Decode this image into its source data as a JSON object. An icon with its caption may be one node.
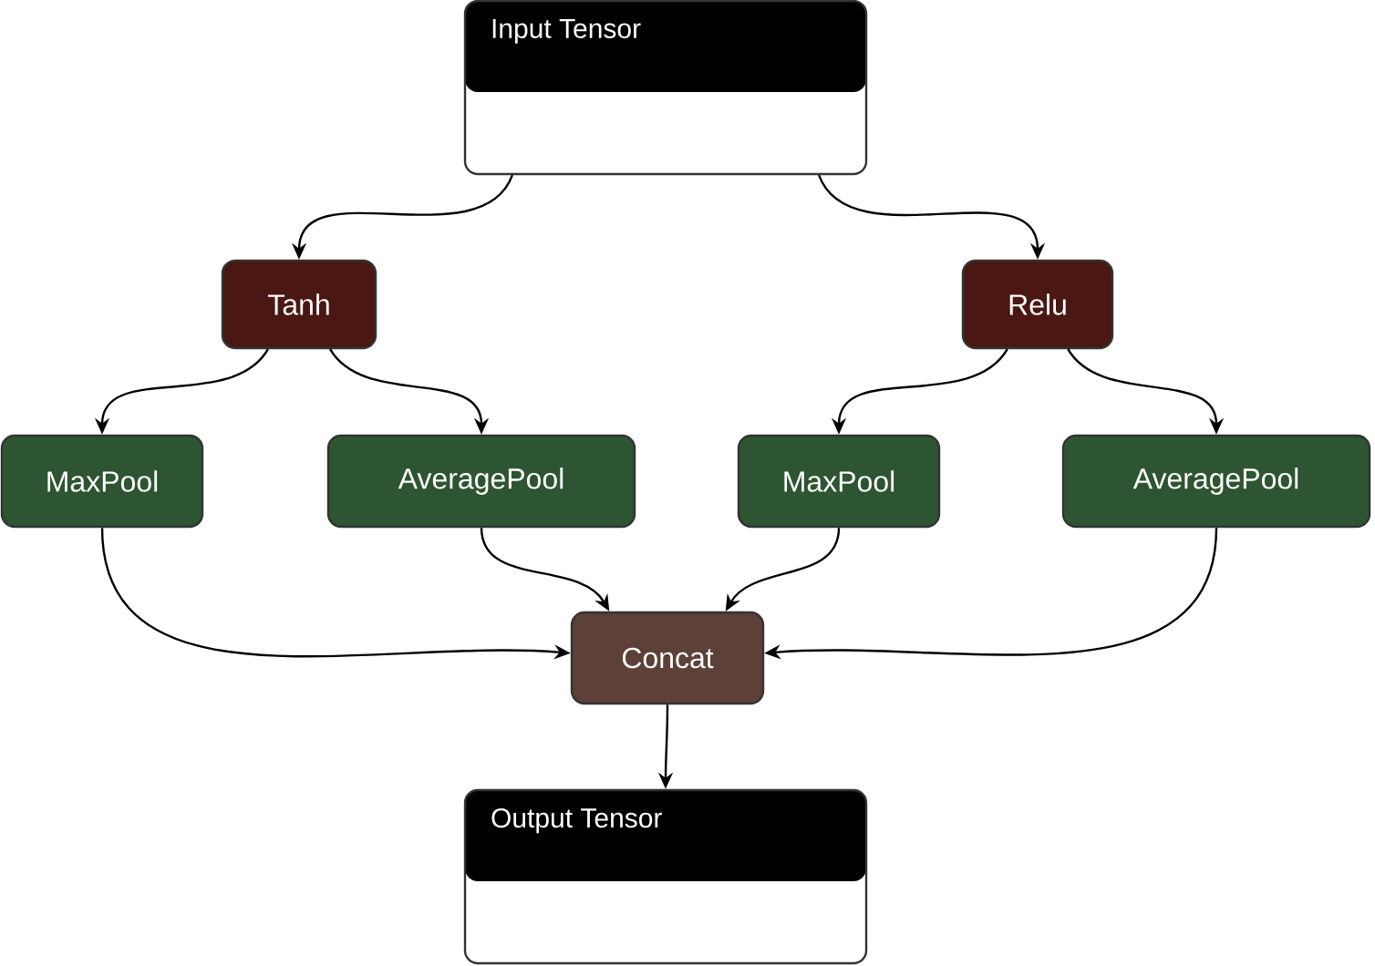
{
  "diagram": {
    "nodes": [
      {
        "text": [
          "Input Tensor"
        ]
      },
      {
        "text": [
          "Tanh"
        ]
      },
      {
        "text": [
          "Relu"
        ]
      },
      {
        "text": [
          "MaxPool"
        ]
      },
      {
        "text": [
          "AveragePool"
        ]
      },
      {
        "text": [
          "MaxPool"
        ]
      },
      {
        "text": [
          "AveragePool"
        ]
      },
      {
        "text": [
          "Concat"
        ]
      },
      {
        "text": [
          "Output Tensor"
        ]
      }
    ],
    "edges": [
      {
        "from": 0,
        "to": 1,
        "arrow": "to"
      },
      {
        "from": 0,
        "to": 2,
        "arrow": "to"
      },
      {
        "from": 1,
        "to": 3,
        "arrow": "to"
      },
      {
        "from": 1,
        "to": 4,
        "arrow": "to"
      },
      {
        "from": 2,
        "to": 5,
        "arrow": "to"
      },
      {
        "from": 2,
        "to": 6,
        "arrow": "to"
      },
      {
        "from": 3,
        "to": 7,
        "arrow": "to"
      },
      {
        "from": 4,
        "to": 7,
        "arrow": "to"
      },
      {
        "from": 5,
        "to": 7,
        "arrow": "to"
      },
      {
        "from": 6,
        "to": 7,
        "arrow": "to"
      },
      {
        "from": 7,
        "to": 8,
        "arrow": "to"
      }
    ]
  }
}
